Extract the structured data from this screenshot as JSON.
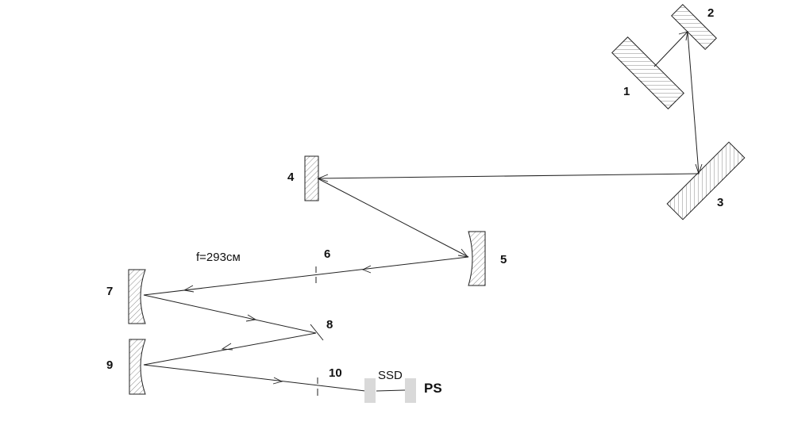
{
  "labels": {
    "e1": "1",
    "e2": "2",
    "e3": "3",
    "e4": "4",
    "e5": "5",
    "e6": "6",
    "e7": "7",
    "e8": "8",
    "e9": "9",
    "e10": "10",
    "focal": "f=293см",
    "detector": "SSD",
    "source": "PS"
  },
  "colors": {
    "ink": "#222222",
    "hatch": "#555555",
    "detector_block": "#d9d9d9"
  }
}
